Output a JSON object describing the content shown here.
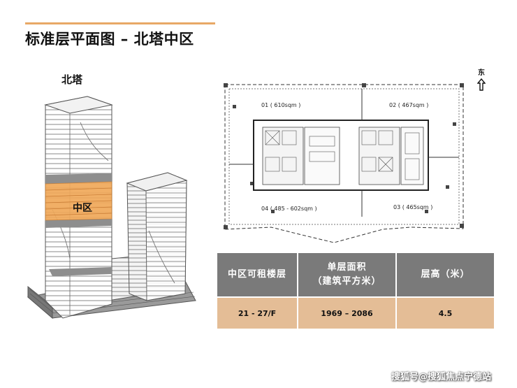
{
  "page": {
    "title": "标准层平面图 – 北塔中区",
    "accent_color": "#e8a866"
  },
  "building": {
    "tower_label": "北塔",
    "zone_label": "中区",
    "highlight_color": "#f0a95a"
  },
  "floor_plan": {
    "compass_label": "东",
    "compass_icon": "arrow-up-icon",
    "units": [
      {
        "label": "01 ( 610sqm )"
      },
      {
        "label": "02 ( 467sqm )"
      },
      {
        "label": "04 ( 485 - 602sqm )"
      },
      {
        "label": "03 ( 465sqm )"
      }
    ]
  },
  "table": {
    "headers": [
      "中区可租楼层",
      "单层面积\n（建筑平方米）",
      "层高（米）"
    ],
    "header_lines": [
      [
        "中区可租楼层"
      ],
      [
        "单层面积",
        "（建筑平方米）"
      ],
      [
        "层高（米）"
      ]
    ],
    "row": [
      "21 - 27/F",
      "1969 – 2086",
      "4.5"
    ],
    "header_bg": "#7a7a7a",
    "row_bg": "#e4bd96"
  },
  "watermark": "搜狐号@搜狐焦点宁德站"
}
